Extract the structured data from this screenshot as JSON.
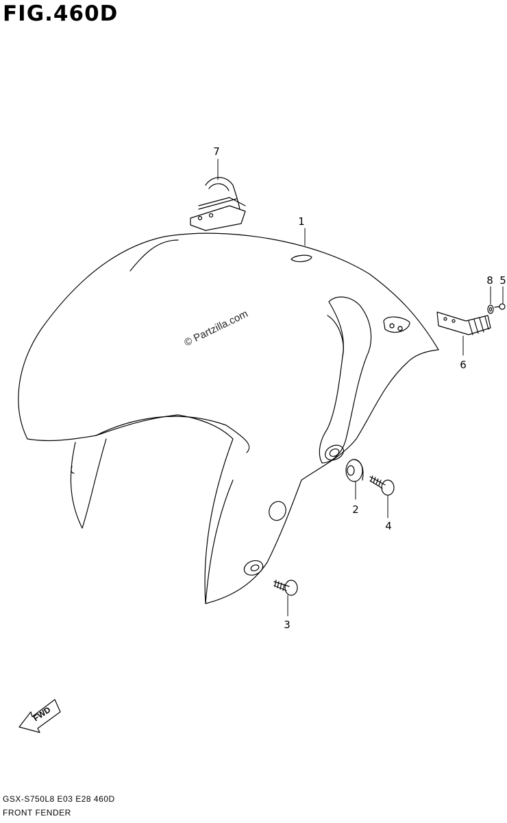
{
  "figure": {
    "title": "FIG.460D",
    "watermark": "© Partzilla.com",
    "direction_label": "FWD",
    "model_code": "GSX-S750L8  E03  E28  460D",
    "section_name": "FRONT FENDER"
  },
  "callouts": [
    {
      "number": "1",
      "part": "front-fender"
    },
    {
      "number": "2",
      "part": "cushion"
    },
    {
      "number": "3",
      "part": "bolt"
    },
    {
      "number": "4",
      "part": "bolt"
    },
    {
      "number": "5",
      "part": "screw"
    },
    {
      "number": "6",
      "part": "clamp"
    },
    {
      "number": "7",
      "part": "bracket"
    },
    {
      "number": "8",
      "part": "washer"
    }
  ],
  "colors": {
    "line": "#000000",
    "watermark": "#222222",
    "background": "#ffffff"
  }
}
